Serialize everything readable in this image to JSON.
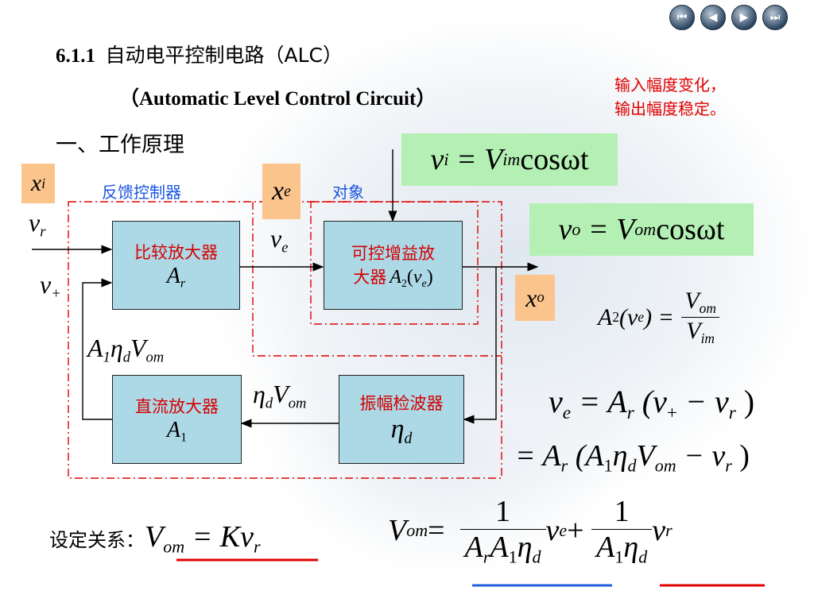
{
  "header": {
    "title_number": "6.1.1",
    "title_text": "自动电平控制电路（ALC）",
    "subtitle": "（Automatic Level Control Circuit）",
    "note_line1": "输入幅度变化，",
    "note_line2": "输出幅度稳定。",
    "section": "一、工作原理"
  },
  "nav": {
    "buttons": [
      {
        "icon": "first-icon",
        "glyph": "⏮"
      },
      {
        "icon": "prev-icon",
        "glyph": "◀"
      },
      {
        "icon": "next-icon",
        "glyph": "▶"
      },
      {
        "icon": "last-icon",
        "glyph": "⏭"
      }
    ]
  },
  "diagram": {
    "region_feedback": "反馈控制器",
    "region_object": "对象",
    "blocks": {
      "comparator_label": "比较放大器",
      "comparator_sym": "A",
      "comparator_sub": "r",
      "vga_label_1": "可控增益放",
      "vga_label_2": "大器",
      "vga_sym": "A",
      "vga_sub": "2",
      "vga_arg": "v",
      "vga_arg_sub": "e",
      "dc_label": "直流放大器",
      "dc_sym": "A",
      "dc_sub": "1",
      "detector_label": "振幅检波器",
      "detector_sym": "η",
      "detector_sub": "d"
    },
    "tags": {
      "xi": "x",
      "xi_sub": "i",
      "xe": "x",
      "xe_sub": "e",
      "xo": "x",
      "xo_sub": "o"
    },
    "signals": {
      "vr": "v",
      "vr_sub": "r",
      "vplus": "v",
      "vplus_sub": "+",
      "ve": "v",
      "ve_sub": "e",
      "feedback": "A",
      "feedback_sub1": "1",
      "feedback_eta": "η",
      "feedback_sub2": "d",
      "feedback_V": "V",
      "feedback_sub3": "om",
      "detector_out": "η",
      "detector_out_sub": "d",
      "detector_out_V": "V",
      "detector_out_sub2": "om"
    }
  },
  "equations": {
    "vi_eq": "v",
    "vi_sub": "i",
    "vi_rhs": "= V",
    "vi_rhs_sub": "im",
    "vi_tail": " cosωt",
    "vo_eq": "v",
    "vo_sub": "o",
    "vo_rhs": "= V",
    "vo_rhs_sub": "om",
    "vo_tail": " cosωt",
    "gain_lhs": "A",
    "gain_lhs_sub": "2",
    "gain_arg": "(v",
    "gain_arg_sub": "e",
    "gain_arg_close": ") =",
    "gain_num": "V",
    "gain_num_sub": "om",
    "gain_den": "V",
    "gain_den_sub": "im",
    "ve_line1": "v",
    "ve_line1_sub": "e",
    "ve_line1_rhs": " = A",
    "ve_line1_rhs_sub": "r",
    "ve_line1_paren": " (v",
    "ve_line1_plus": "+",
    "ve_line1_minus": " − v",
    "ve_line1_minus_sub": "r",
    "ve_line1_close": " )",
    "ve_line2_a": "= A",
    "ve_line2_a_sub": "r",
    "ve_line2_b": " (A",
    "ve_line2_b_sub": "1",
    "ve_line2_eta": "η",
    "ve_line2_eta_sub": "d",
    "ve_line2_V": "V",
    "ve_line2_V_sub": "om",
    "ve_line2_minus": " − v",
    "ve_line2_minus_sub": "r",
    "ve_line2_close": " )",
    "set_label": "设定关系：",
    "set_lhs": "V",
    "set_lhs_sub": "om",
    "set_rhs": " = Kv",
    "set_rhs_sub": "r",
    "vom_lhs": "V",
    "vom_lhs_sub": "om",
    "vom_eq": " =",
    "vom_f1_num": "1",
    "vom_f1_den_a": "A",
    "vom_f1_den_a_sub": "r",
    "vom_f1_den_b": "A",
    "vom_f1_den_b_sub": "1",
    "vom_f1_den_c": "η",
    "vom_f1_den_c_sub": "d",
    "vom_term1": "v",
    "vom_term1_sub": "e",
    "vom_plus": " +",
    "vom_f2_num": "1",
    "vom_f2_den_a": "A",
    "vom_f2_den_a_sub": "1",
    "vom_f2_den_b": "η",
    "vom_f2_den_b_sub": "d",
    "vom_term2": "v",
    "vom_term2_sub": "r"
  },
  "colors": {
    "block_fill": "#add8e6",
    "tag_fill": "#fbc48c",
    "equation_fill": "#b4f0b4",
    "region_border": "#e00000",
    "underline_red": "#e00000",
    "underline_blue": "#2060e0"
  }
}
